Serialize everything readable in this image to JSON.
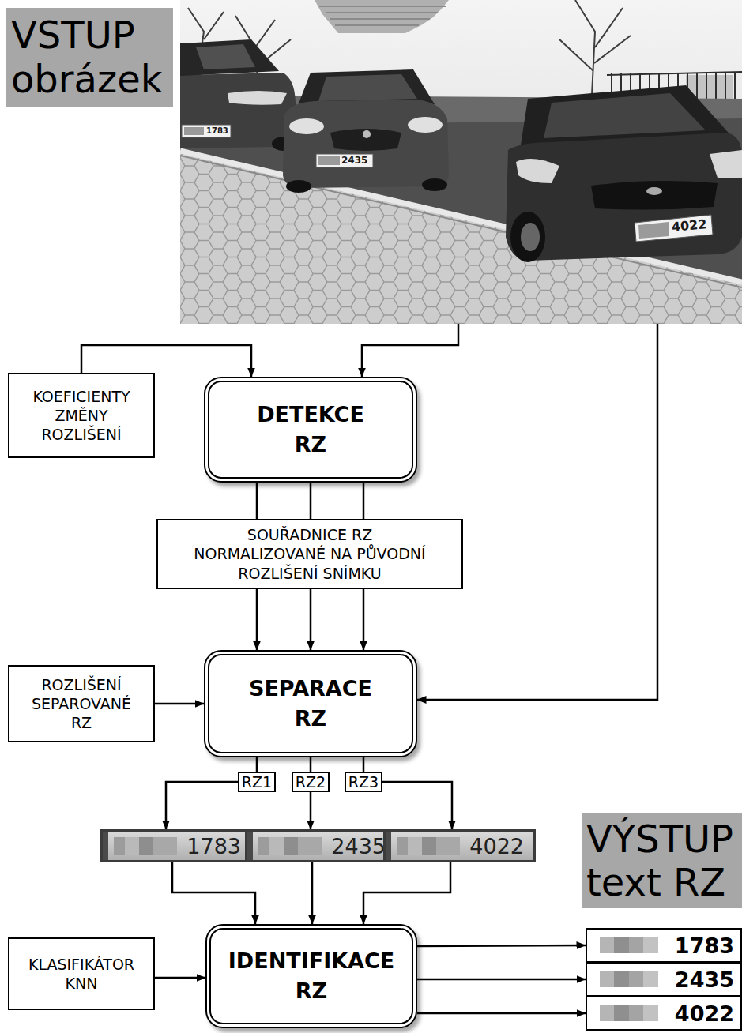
{
  "diagram": {
    "nodes": [
      {
        "text": [
          "VSTUP obrázek"
        ]
      },
      {
        "text": [
          "1783",
          "2435",
          "4022"
        ]
      },
      {
        "text": [
          "KOEFICIENTY ZMĚNY ROZLIŠENÍ"
        ]
      },
      {
        "text": [
          "DETEKCE RZ"
        ]
      },
      {
        "text": [
          "SOUŘADNICE RZ NORMALIZOVANÉ NA PŮVODNÍ ROZLIŠENÍ SNÍMKU"
        ]
      },
      {
        "text": [
          "ROZLIŠENÍ SEPAROVANÉ RZ"
        ]
      },
      {
        "text": [
          "SEPARACE RZ"
        ]
      },
      {
        "text": [
          "1783"
        ]
      },
      {
        "text": [
          "2435"
        ]
      },
      {
        "text": [
          "4022"
        ]
      },
      {
        "text": [
          "VÝSTUP text RZ"
        ]
      },
      {
        "text": [
          "KLASIFIKÁTOR KNN"
        ]
      },
      {
        "text": [
          "IDENTIFIKACE RZ"
        ]
      },
      {
        "text": [
          "1783"
        ]
      },
      {
        "text": [
          "2435"
        ]
      },
      {
        "text": [
          "4022"
        ]
      }
    ],
    "edges": [
      {
        "from": 2,
        "to": 3,
        "arrow": "to"
      },
      {
        "from": 1,
        "to": 3,
        "arrow": "to"
      },
      {
        "from": 3,
        "to": 4,
        "arrow": "none"
      },
      {
        "from": 3,
        "to": 4,
        "arrow": "none"
      },
      {
        "from": 3,
        "to": 4,
        "arrow": "none"
      },
      {
        "from": 4,
        "to": 6,
        "arrow": "to"
      },
      {
        "from": 4,
        "to": 6,
        "arrow": "to"
      },
      {
        "from": 4,
        "to": 6,
        "arrow": "to"
      },
      {
        "from": 5,
        "to": 6,
        "arrow": "to"
      },
      {
        "from": 1,
        "to": 6,
        "arrow": "to"
      },
      {
        "from": 6,
        "to": 7,
        "label": "RZ1",
        "arrow": "to"
      },
      {
        "from": 6,
        "to": 8,
        "label": "RZ2",
        "arrow": "to"
      },
      {
        "from": 6,
        "to": 9,
        "label": "RZ3",
        "arrow": "to"
      },
      {
        "from": 7,
        "to": 12,
        "arrow": "to"
      },
      {
        "from": 8,
        "to": 12,
        "arrow": "to"
      },
      {
        "from": 9,
        "to": 12,
        "arrow": "to"
      },
      {
        "from": 11,
        "to": 12,
        "arrow": "to"
      },
      {
        "from": 12,
        "to": 13,
        "arrow": "to"
      },
      {
        "from": 12,
        "to": 14,
        "arrow": "to"
      },
      {
        "from": 12,
        "to": 15,
        "arrow": "to"
      }
    ]
  }
}
